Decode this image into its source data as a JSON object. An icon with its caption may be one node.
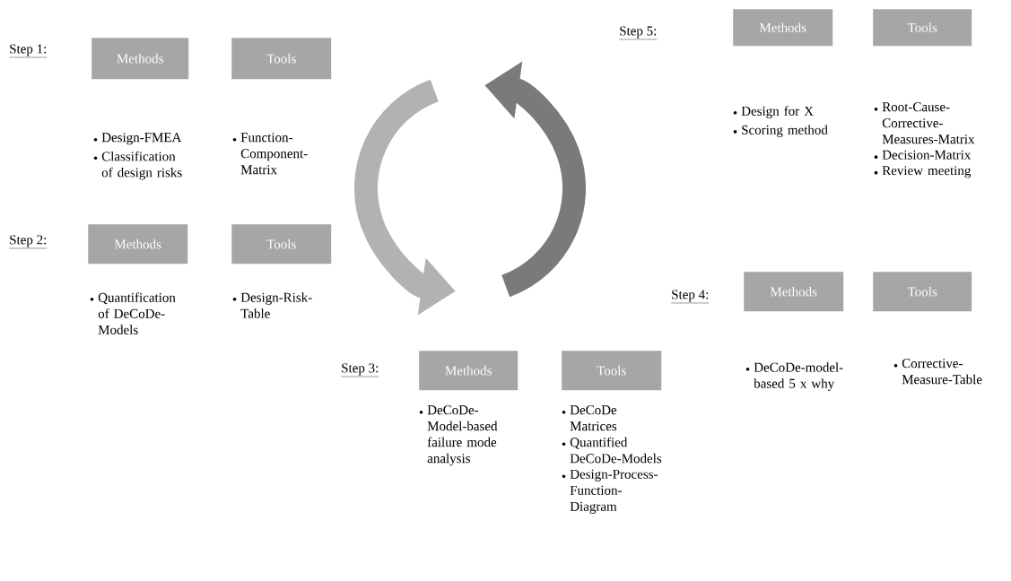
{
  "diagram": {
    "nodes": [
      {
        "text": [
          "Methods"
        ],
        "beside": [
          "Design-FMEA",
          "Classification of design risks"
        ]
      },
      {
        "text": [
          "Tools"
        ],
        "beside": [
          "Function-Component-Matrix"
        ]
      },
      {
        "text": [
          "Methods"
        ],
        "beside": [
          "Design for X",
          "Scoring method"
        ]
      },
      {
        "text": [
          "Tools"
        ],
        "beside": [
          "Root-Cause-Corrective-Measures-Matrix",
          "Decision-Matrix",
          "Review meeting"
        ]
      },
      {
        "text": [
          "Methods"
        ],
        "beside": [
          "Quantification of DeCoDe-Models"
        ]
      },
      {
        "text": [
          "Tools"
        ],
        "beside": [
          "Design-Risk-Table"
        ]
      },
      {
        "text": [
          "Methods"
        ],
        "beside": [
          "DeCoDe-model-based 5 x why"
        ]
      },
      {
        "text": [
          "Tools"
        ],
        "beside": [
          "Corrective-Measure-Table"
        ]
      },
      {
        "text": [
          "Methods"
        ],
        "beside": [
          "DeCoDe-Model-based failure mode analysis"
        ]
      },
      {
        "text": [
          "Tools"
        ],
        "beside": [
          "DeCoDe Matrices",
          "Quantified DeCoDe-Models",
          "Design-Process-Function-Diagram"
        ]
      }
    ],
    "labels": [
      "Step 1:",
      "Step 5:",
      "Step 2:",
      "Step 4:",
      "Step 3:"
    ]
  }
}
